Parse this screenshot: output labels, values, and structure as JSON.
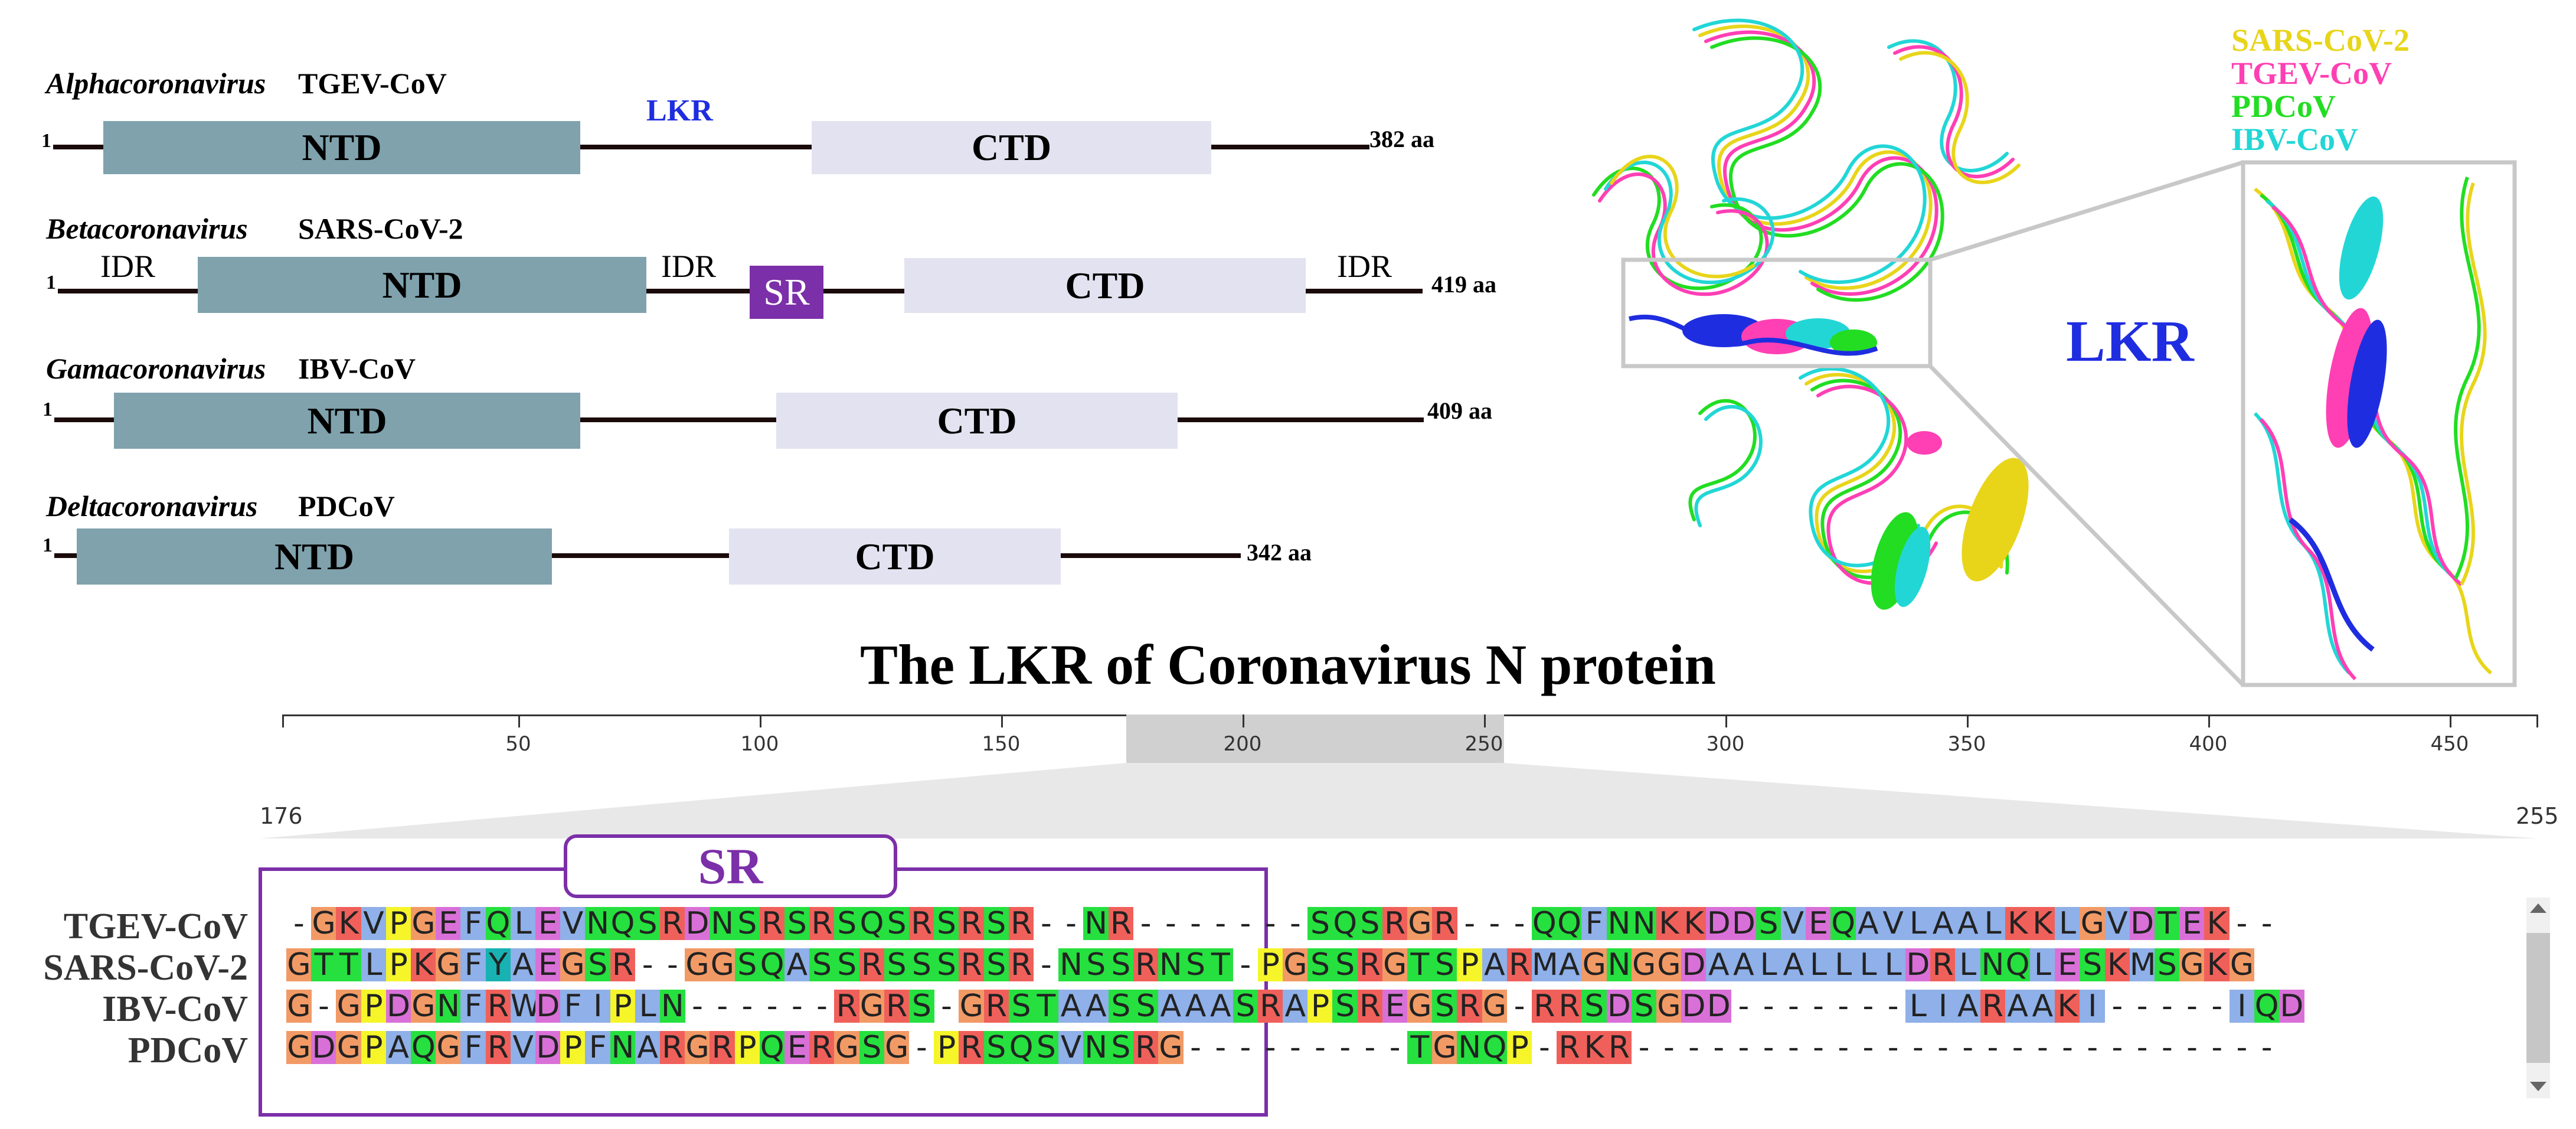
{
  "title": "The LKR of Coronavirus N protein",
  "proteins": [
    {
      "genus": "Alphacoronavirus",
      "virus": "TGEV-CoV",
      "start": "1",
      "length": "382 aa",
      "linker_label": "LKR",
      "domains": [
        {
          "label": "NTD",
          "type": "ntd"
        },
        {
          "label": "CTD",
          "type": "ctd"
        }
      ]
    },
    {
      "genus": "Betacoronavirus",
      "virus": "SARS-CoV-2",
      "start": "1",
      "length": "419 aa",
      "domains": [
        {
          "label": "NTD",
          "type": "ntd"
        },
        {
          "label": "SR",
          "type": "sr"
        },
        {
          "label": "CTD",
          "type": "ctd"
        }
      ],
      "idr_labels": [
        "IDR",
        "IDR",
        "IDR"
      ]
    },
    {
      "genus": "Gamacoronavirus",
      "virus": "IBV-CoV",
      "start": "1",
      "length": "409 aa",
      "domains": [
        {
          "label": "NTD",
          "type": "ntd"
        },
        {
          "label": "CTD",
          "type": "ctd"
        }
      ]
    },
    {
      "genus": "Deltacoronavirus",
      "virus": "PDCoV",
      "start": "1",
      "length": "342 aa",
      "domains": [
        {
          "label": "NTD",
          "type": "ntd"
        },
        {
          "label": "CTD",
          "type": "ctd"
        }
      ]
    }
  ],
  "structure": {
    "legend": [
      {
        "label": "SARS-CoV-2",
        "color": "#e8d51a"
      },
      {
        "label": "TGEV-CoV",
        "color": "#ff3fb4"
      },
      {
        "label": "PDCoV",
        "color": "#22dd22"
      },
      {
        "label": "IBV-CoV",
        "color": "#22d6d6"
      }
    ],
    "lkr_label": "LKR"
  },
  "ruler": {
    "ticks": [
      "50",
      "100",
      "150",
      "200",
      "250",
      "300",
      "350",
      "400",
      "450"
    ],
    "window_start": "176",
    "window_end": "255"
  },
  "alignment": {
    "sr_label": "SR",
    "sequences": [
      {
        "name": "TGEV-CoV",
        "seq": "-GKVPGEFQLEVNQSRDNSRSRSQSRSRSR--NR-------SQSRGR---QQFNNKKDDSVEQAVLAALKKLGVDTEK--"
      },
      {
        "name": "SARS-CoV-2",
        "seq": "GTTLPKGFYAEGSR--GGSQASSRSSSRSR-NSSRNST-PGSSRGTSPARMAGNGGDAALALLLLDRLNQLESKMSGKG"
      },
      {
        "name": "IBV-CoV",
        "seq": "G-GPDGNFRWDFIPLN------RGRS-GRSTAASSAAASRAPSREGSRG-RRSDSGDD-------LIARAAKI-----IQD"
      },
      {
        "name": "PDCoV",
        "seq": "GDGPAQGFRVDPFNARGRPQERGSG-PRSQSVNSRG---------TGNQP-RKR--------------------------"
      }
    ]
  },
  "colors": {
    "ntd": "#7fa2ad",
    "ctd": "#e3e2f0",
    "sr": "#7b2fa8",
    "lkr_text": "#1f2de0",
    "idr_line": "#1a0a0a",
    "sr_box": "#7b2fa8"
  }
}
